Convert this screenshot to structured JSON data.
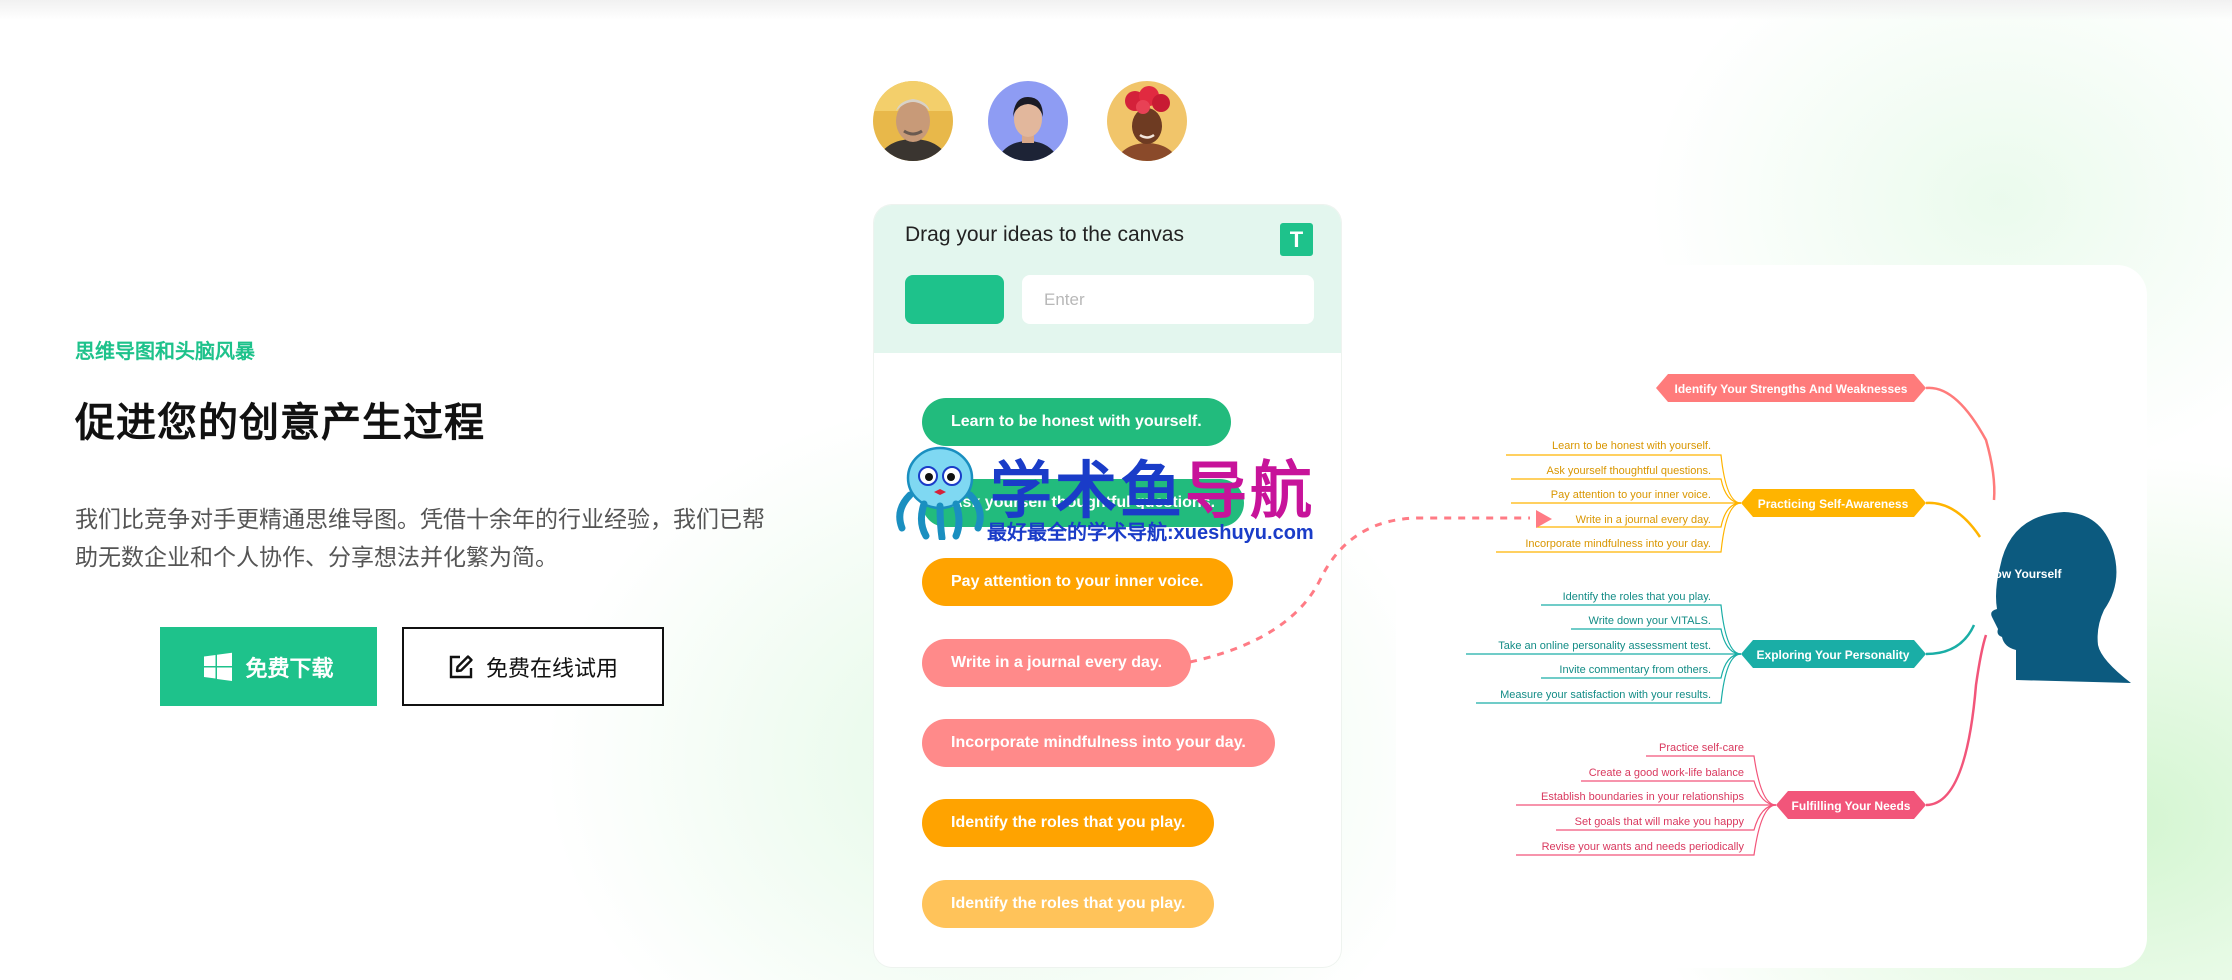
{
  "hero": {
    "eyebrow": "思维导图和头脑风暴",
    "headline": "促进您的创意产生过程",
    "description": "我们比竞争对手更精通思维导图。凭借十余年的行业经验，我们已帮助无数企业和个人协作、分享想法并化繁为简。",
    "download_label": "免费下载",
    "online_label": "免费在线试用"
  },
  "demo": {
    "title": "Drag your ideas to the canvas",
    "badge": "T",
    "input_placeholder": "Enter",
    "pills": [
      {
        "label": "Learn to be honest with yourself.",
        "color": "#22bb7d"
      },
      {
        "label": "Ask yourself thoughtful questions.",
        "color": "#22bb7d"
      },
      {
        "label": "Pay attention to your inner voice.",
        "color": "#ffa300"
      },
      {
        "label": "Write in a journal every day.",
        "color": "#ff8a8a"
      },
      {
        "label": "Incorporate mindfulness into your day.",
        "color": "#ff8a8a"
      },
      {
        "label": "Identify the roles that you play.",
        "color": "#ffa300"
      },
      {
        "label": "Identify the roles that you play.",
        "color": "#ffc35a"
      }
    ]
  },
  "mindmap": {
    "center": "Know Yourself",
    "branches": [
      {
        "label": "Identify Your Strengths And Weaknesses",
        "color": "#ff7b7b",
        "children": []
      },
      {
        "label": "Practicing Self-Awareness",
        "color": "#ffb400",
        "children": [
          "Learn to be honest with yourself.",
          "Ask yourself thoughtful questions.",
          "Pay attention to your inner voice.",
          "Write in a journal every day.",
          "Incorporate mindfulness into your day."
        ]
      },
      {
        "label": "Exploring Your Personality",
        "color": "#1aaea6",
        "children": [
          "Identify the roles that you play.",
          "Write down your VITALS.",
          "Take an online personality assessment test.",
          "Invite commentary from others.",
          "Measure your satisfaction with your results."
        ]
      },
      {
        "label": "Fulfilling Your Needs",
        "color": "#f2557a",
        "children": [
          "Practice self-care",
          "Create a good work-life balance",
          "Establish boundaries in your relationships",
          "Set goals that will make you happy",
          "Revise your wants and needs periodically"
        ]
      }
    ]
  },
  "watermark": {
    "title_a": "学术鱼",
    "title_b": "导航",
    "subtitle": "最好最全的学术导航:xueshuyu.com"
  },
  "colors": {
    "brand": "#1ec28b",
    "head_silhouette": "#0c5a7f"
  },
  "icons": {
    "download": "windows-logo-icon",
    "online": "edit-icon",
    "mascot": "octopus-icon"
  }
}
